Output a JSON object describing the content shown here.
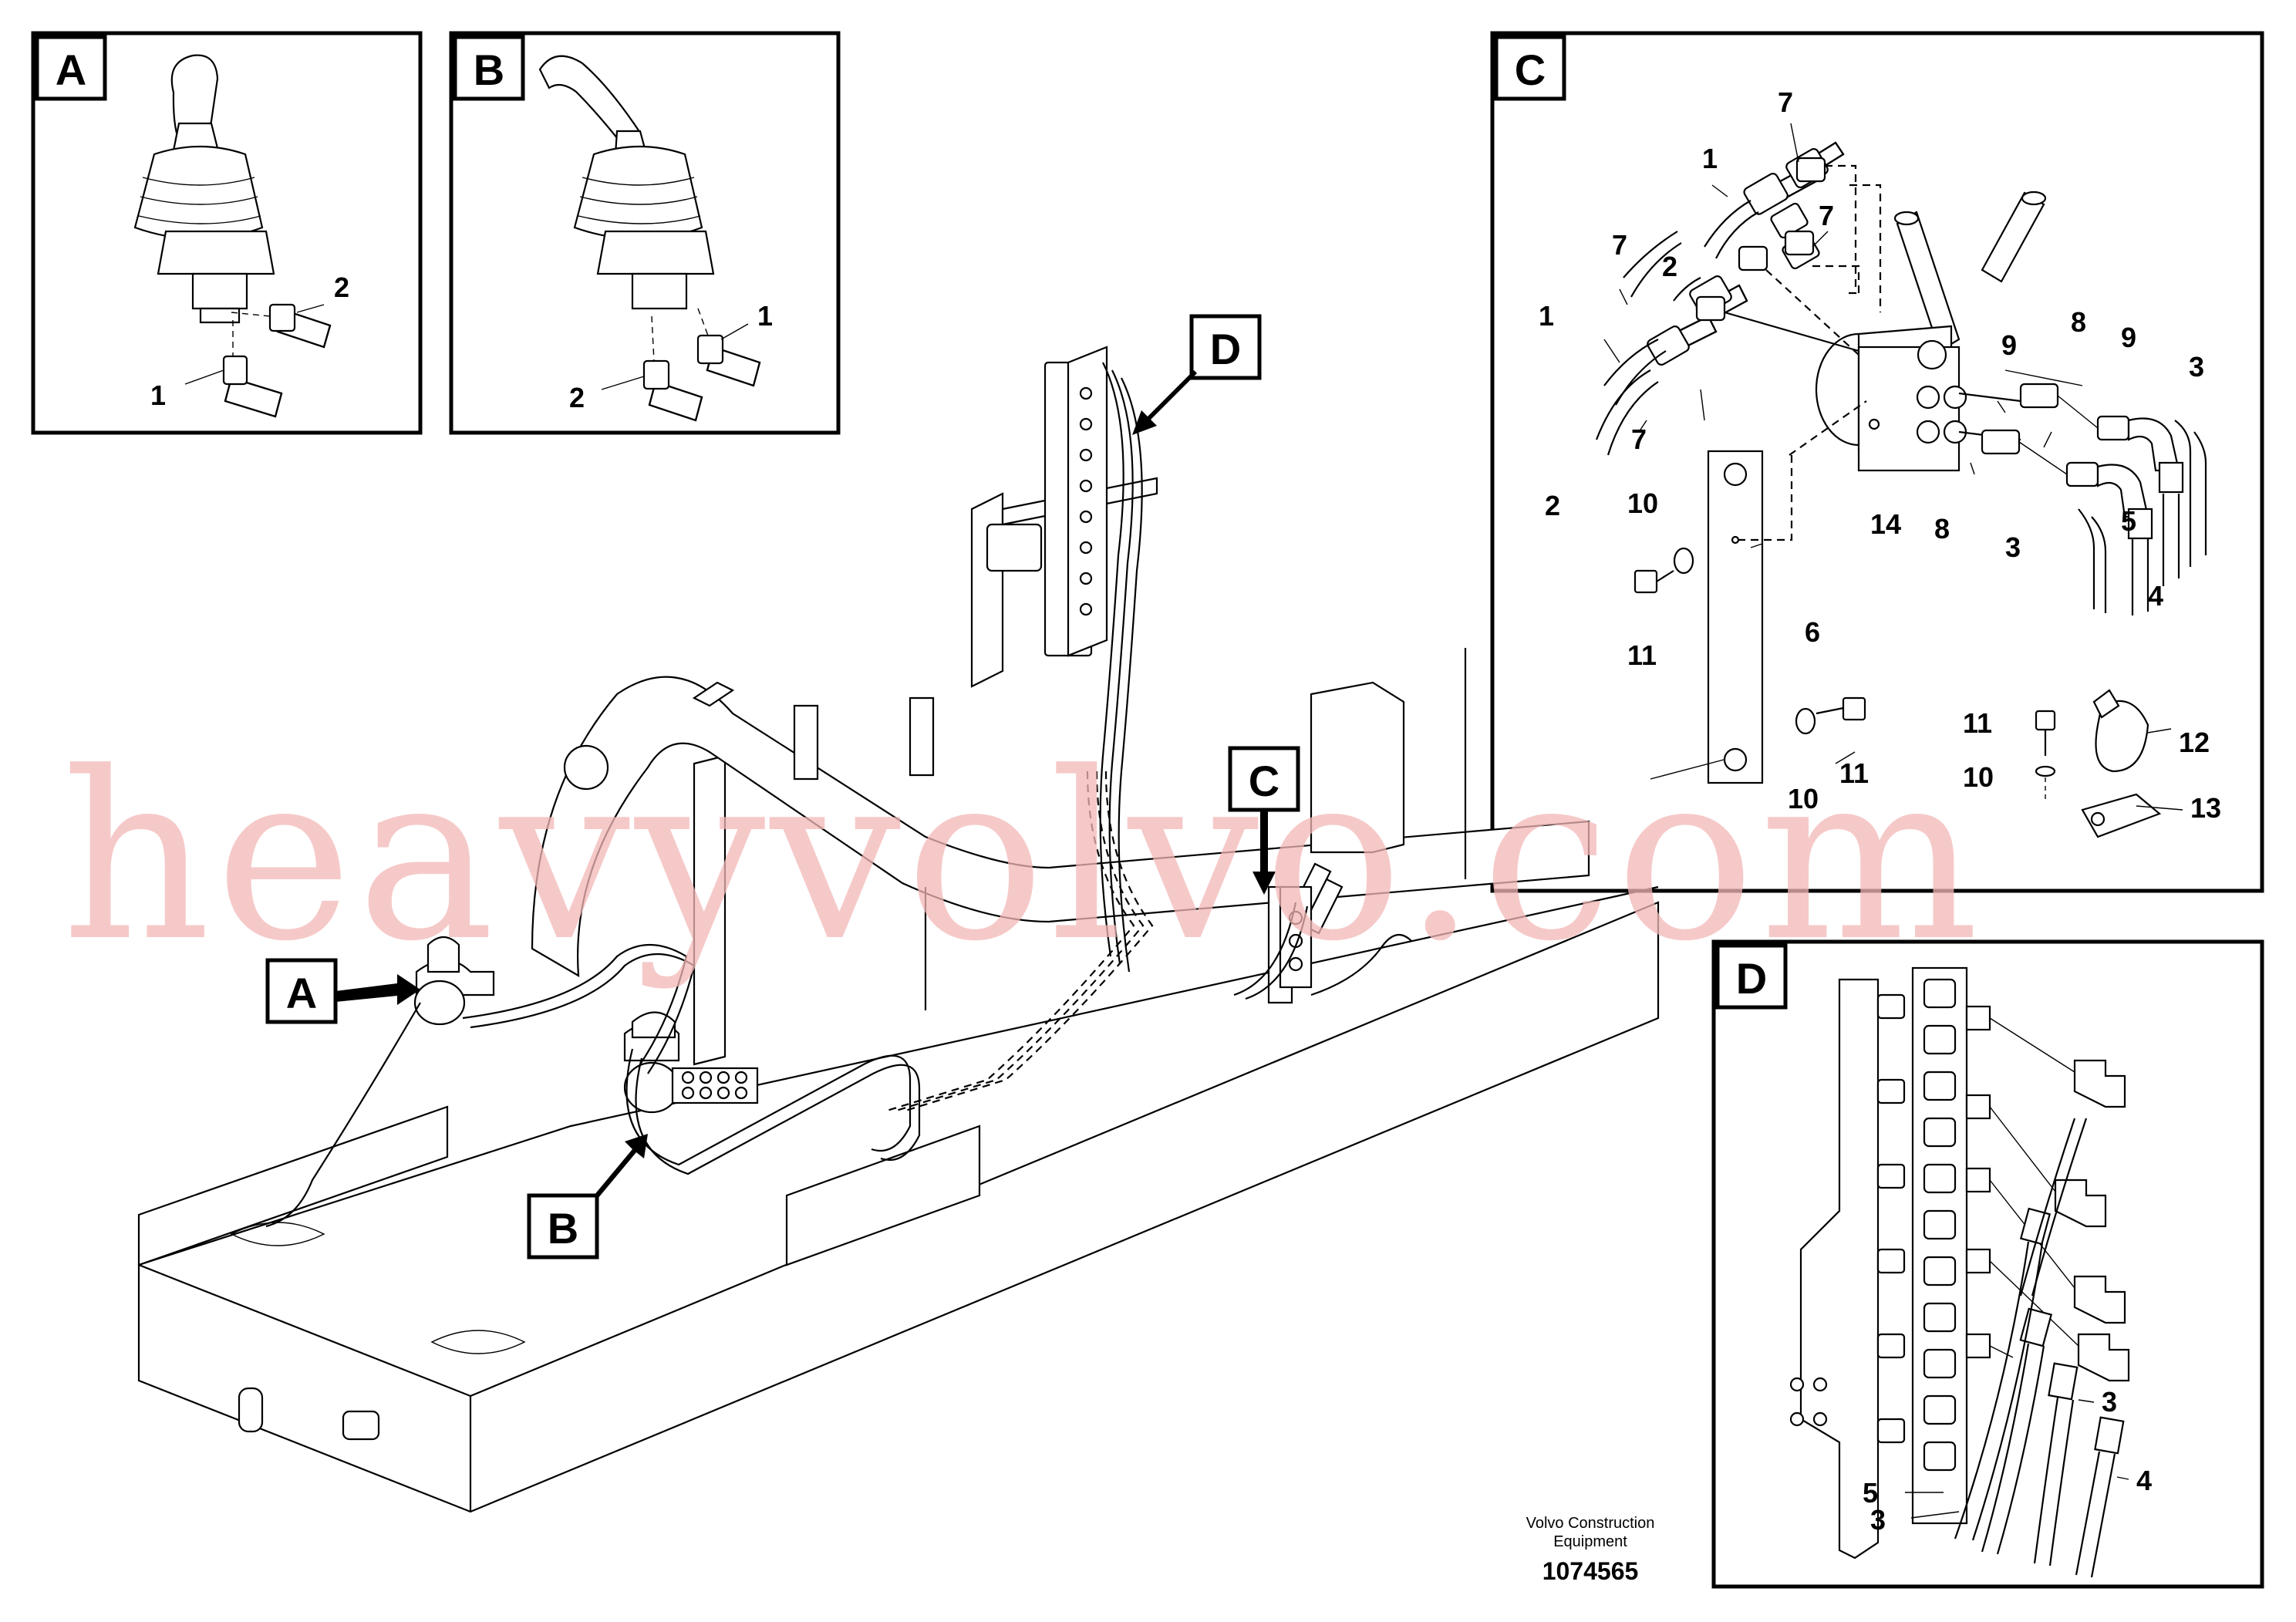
{
  "detail_panels": {
    "A": {
      "letter": "A",
      "callouts": [
        "2",
        "1"
      ]
    },
    "B": {
      "letter": "B",
      "callouts": [
        "1",
        "2"
      ]
    },
    "C": {
      "letter": "C",
      "callouts": [
        "7",
        "1",
        "7",
        "2",
        "7",
        "1",
        "2",
        "7",
        "9",
        "8",
        "9",
        "3",
        "10",
        "14",
        "8",
        "3",
        "5",
        "4",
        "11",
        "6",
        "11",
        "12",
        "10",
        "13",
        "10",
        "11"
      ]
    },
    "D": {
      "letter": "D",
      "callouts": [
        "3",
        "5",
        "4",
        "3"
      ]
    }
  },
  "main_view": {
    "pointer_labels": [
      "A",
      "B",
      "C",
      "D"
    ]
  },
  "watermark": "heavyvolvo.com",
  "footer": {
    "company_line1": "Volvo Construction",
    "company_line2": "Equipment",
    "drawing_number": "1074565"
  }
}
